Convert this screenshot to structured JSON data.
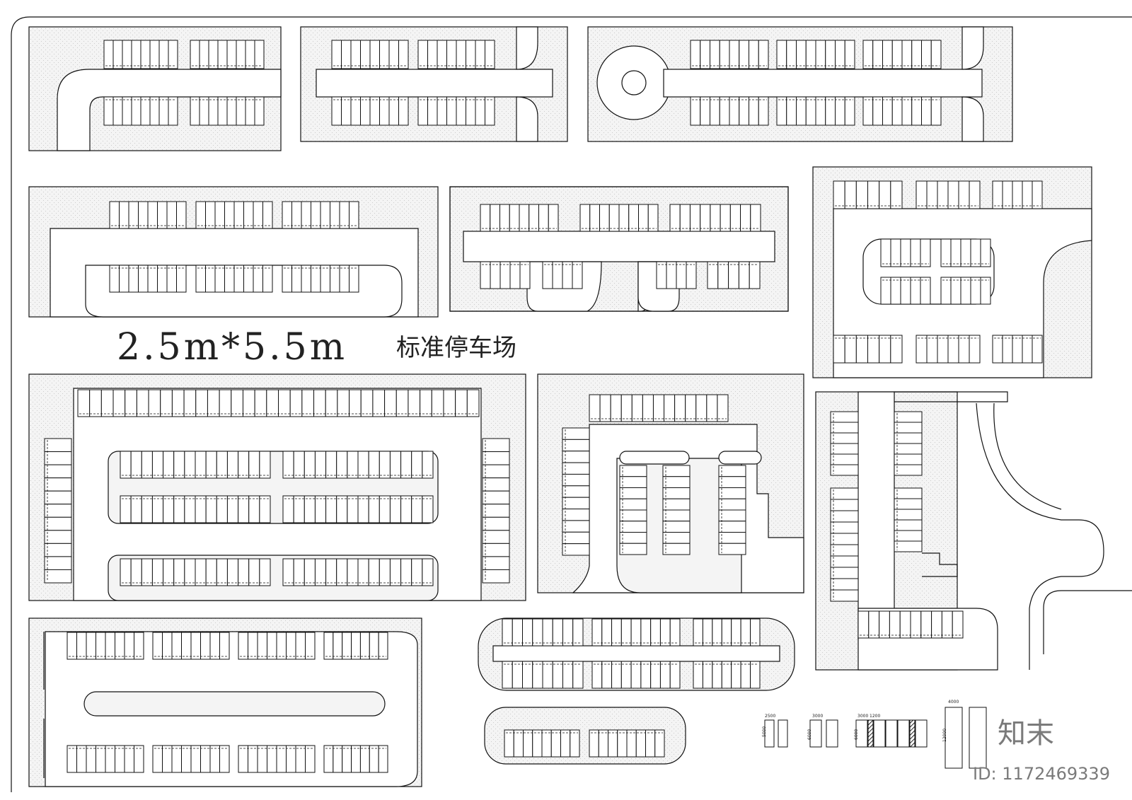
{
  "title": {
    "dimension": "2.5m*5.5m",
    "label": "标准停车场"
  },
  "legend": {
    "dims": [
      "2500",
      "5000",
      "3000",
      "6000",
      "3000",
      "1200",
      "6000",
      "4000",
      "12000"
    ]
  },
  "brand": "知末",
  "image_id": "ID: 1172469339",
  "colors": {
    "line": "#111111",
    "background": "#ffffff"
  }
}
